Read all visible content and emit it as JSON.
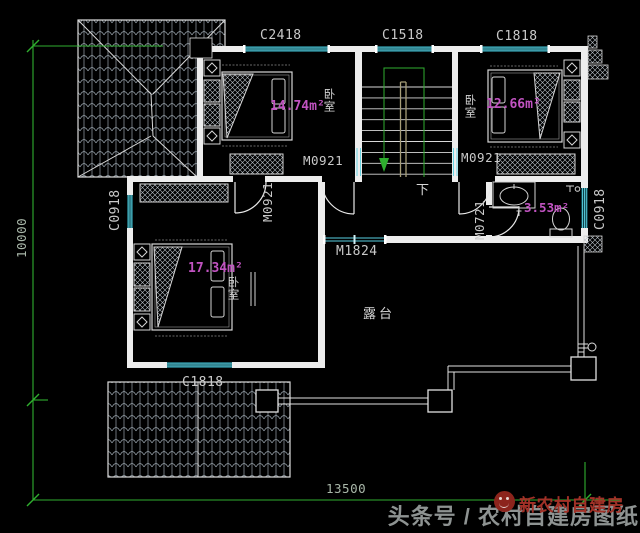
{
  "plan": {
    "dim_vertical": "10000",
    "dim_horizontal": "13500",
    "windows": {
      "c2418": "C2418",
      "c1518": "C1518",
      "c1818_top": "C1818",
      "c0918_left": "C0918",
      "c0918_right": "C0918",
      "c1818_bottom": "C1818"
    },
    "doors": {
      "bedroom1": "M0921",
      "bedroom2": "M0921",
      "bedroom3": "M0921",
      "bathroom": "M0721",
      "terrace": "M1824"
    },
    "rooms": {
      "bedroom1": {
        "name": "卧室",
        "area": "14.74m²"
      },
      "bedroom2": {
        "name": "卧室",
        "area": "12.66m²"
      },
      "bedroom3": {
        "name": "卧室",
        "area": "17.34m²"
      },
      "bathroom": {
        "area": "3.53m²"
      },
      "terrace": {
        "name": "露台"
      },
      "stairs": {
        "down": "下"
      }
    }
  },
  "watermark": {
    "account": "头条号 / 农村自建房图纸",
    "brand": "新农村自建房"
  },
  "colors": {
    "background": "#000000",
    "wall_line": "#ededed",
    "window_cyan": "#59d1e2",
    "dimension_green": "#2fae2f",
    "dim_text_green": "#a9b7a9",
    "area_magenta": "#c153c1",
    "label_gray": "#c9c9c9",
    "watermark_gray": "#8e9392",
    "brand_red": "#a23127",
    "stair_rail_tan": "#a79e78",
    "roof_hatch": "#98a2ab"
  }
}
